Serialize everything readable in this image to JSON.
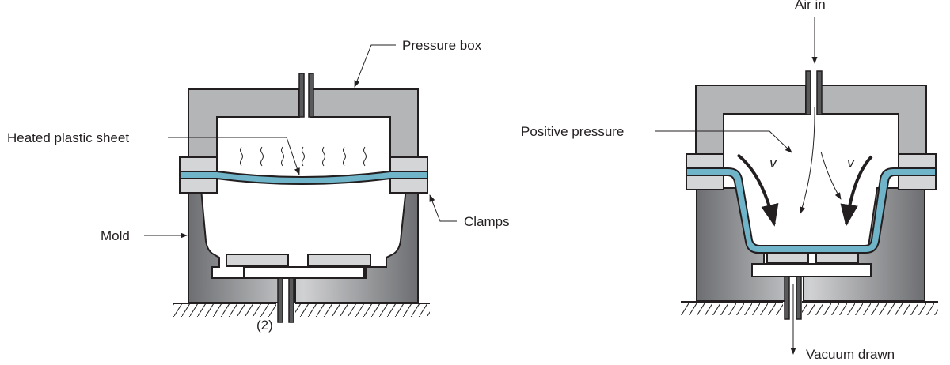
{
  "figure": {
    "title": "Pressure thermoforming",
    "colors": {
      "pressure_box": "#b4b5b7",
      "clamp": "#d4d5d7",
      "mold_dark": "#6d6e71",
      "mold_light": "#cfd0d2",
      "sheet": "#6fb4c8",
      "outline": "#231f20",
      "background": "#ffffff"
    }
  },
  "panel_left": {
    "caption": "(2)",
    "labels": {
      "pressure_box": "Pressure box",
      "heated_sheet": "Heated plastic sheet",
      "clamps": "Clamps",
      "mold": "Mold"
    },
    "heat_waves_count": 7
  },
  "panel_right": {
    "labels": {
      "air_in": "Air in",
      "positive_pressure": "Positive pressure",
      "vacuum_drawn": "Vacuum drawn",
      "vacuum_symbol_left": "v",
      "vacuum_symbol_right": "v"
    }
  }
}
